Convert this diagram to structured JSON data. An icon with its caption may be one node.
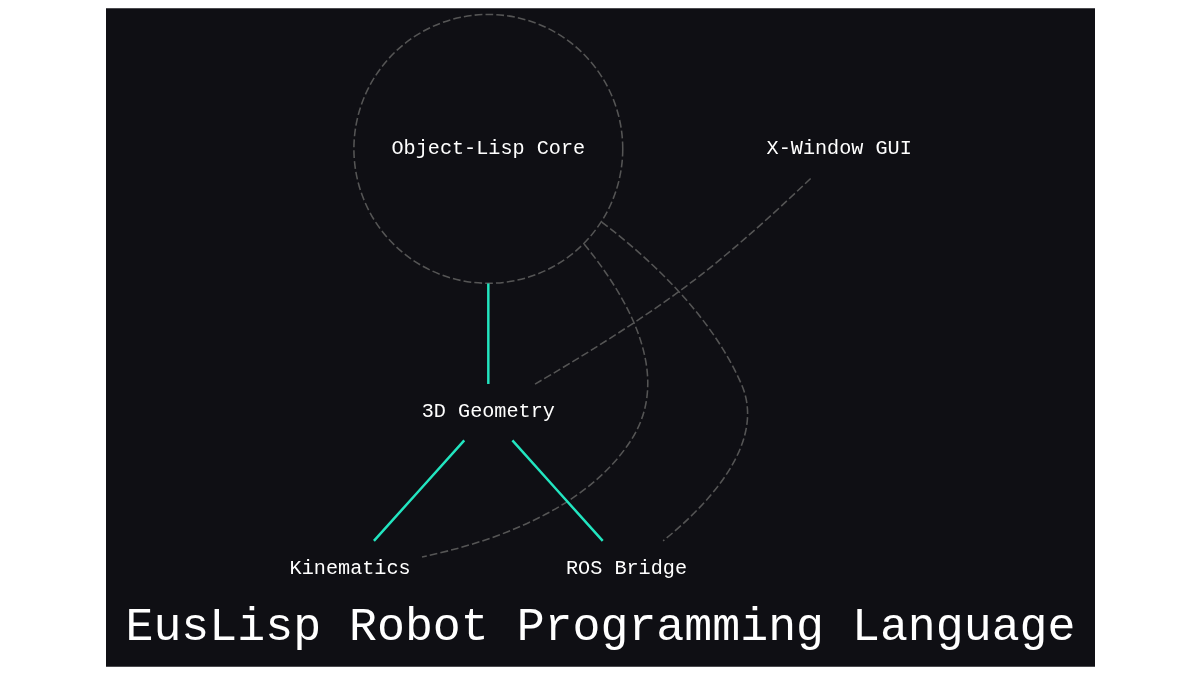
{
  "diagram": {
    "title": "EusLisp Robot Programming Language",
    "nodes": [
      {
        "text": [
          "Object-Lisp Core"
        ]
      },
      {
        "text": [
          "3D Geometry"
        ]
      },
      {
        "text": [
          "Kinematics"
        ]
      },
      {
        "text": [
          "X-Window GUI"
        ]
      },
      {
        "text": [
          "ROS Bridge"
        ]
      }
    ],
    "edges": [
      {
        "from": 0,
        "to": 1,
        "arrow": "none"
      },
      {
        "from": 1,
        "to": 2,
        "arrow": "none"
      },
      {
        "from": 1,
        "to": 4,
        "arrow": "none"
      },
      {
        "from": 0,
        "to": 2,
        "arrow": "none",
        "style": "dashed",
        "color": "#555555"
      },
      {
        "from": 1,
        "to": 3,
        "arrow": "none",
        "style": "dashed",
        "color": "#555555"
      },
      {
        "from": 0,
        "to": 4,
        "arrow": "none",
        "style": "dashed",
        "color": "#555555"
      }
    ]
  }
}
